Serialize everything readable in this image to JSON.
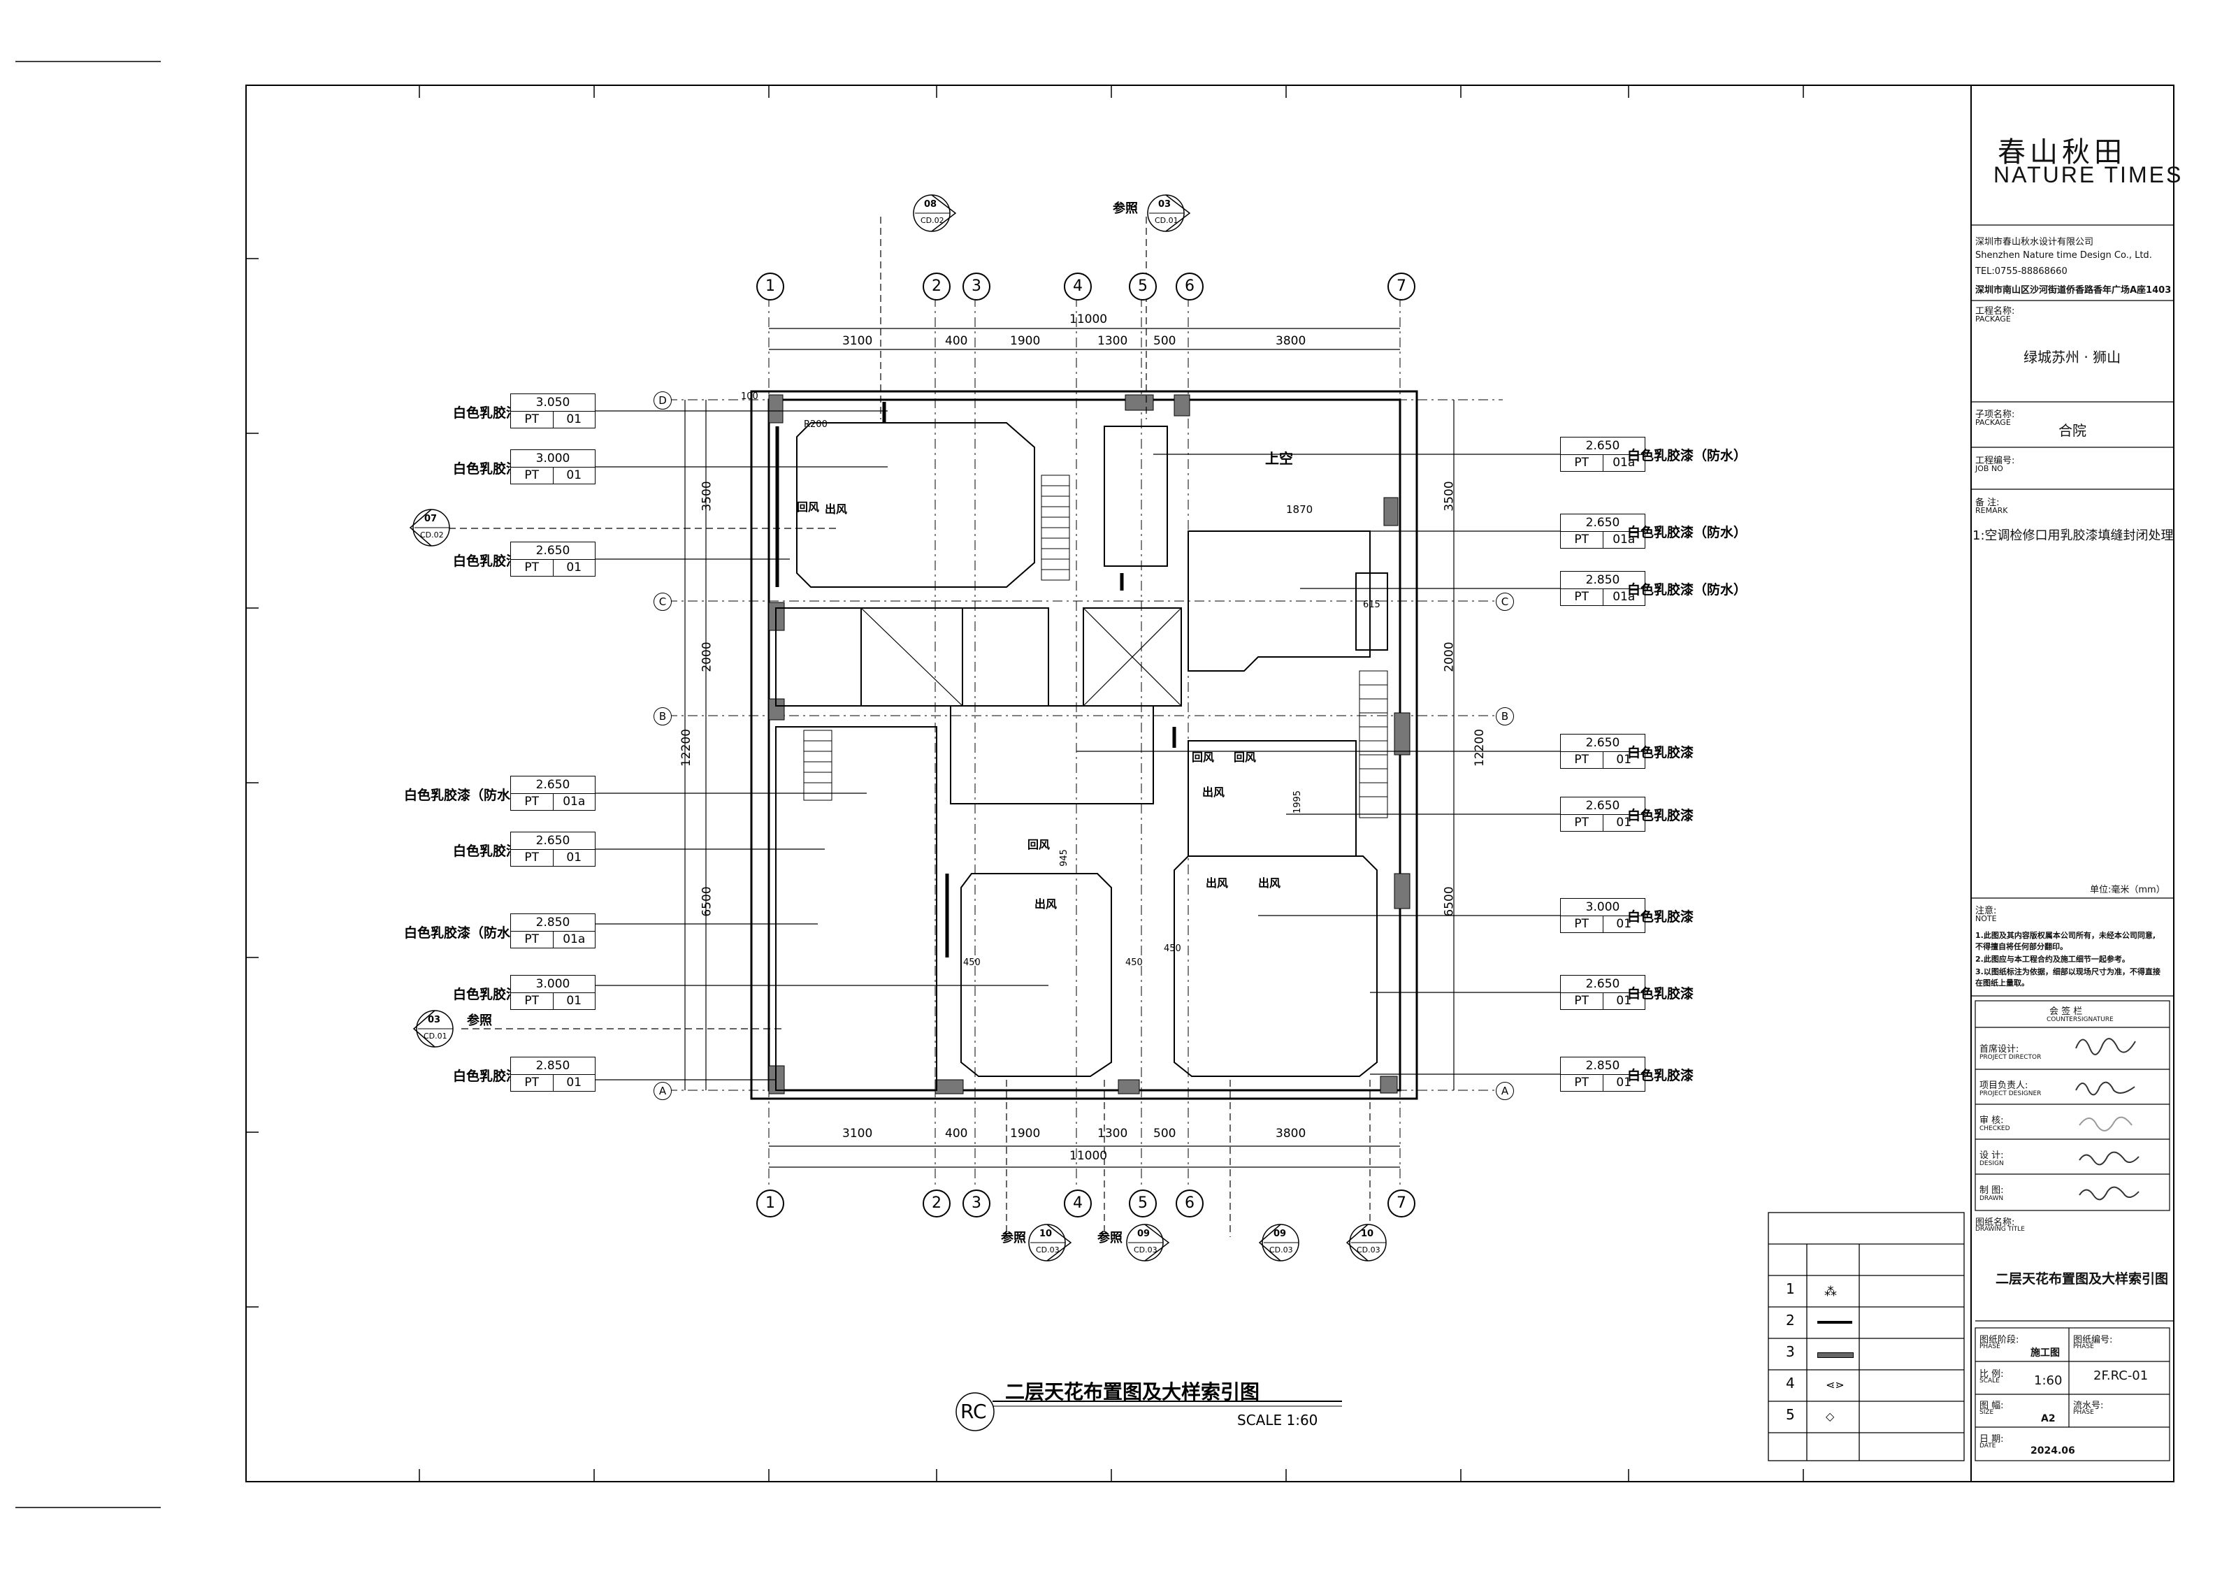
{
  "title_block": {
    "logo_cn": "春山秋田",
    "logo_en": "NATURE TIMES",
    "company_cn": "深圳市春山秋水设计有限公司",
    "company_en": "Shenzhen Nature time Design Co., Ltd.",
    "tel": "TEL:0755-88868660",
    "address": "深圳市南山区沙河街道侨香路香年广场A座1403",
    "package_label_cn": "工程名称:",
    "package_label_en": "PACKAGE",
    "package_value": "绿城苏州 · 狮山",
    "sub_package_label_cn": "子项名称:",
    "sub_package_label_en": "PACKAGE",
    "sub_package_value": "合院",
    "job_no_label_cn": "工程编号:",
    "job_no_label_en": "JOB NO",
    "remark_label_cn": "备    注:",
    "remark_label_en": "REMARK",
    "remark_value": "1:空调检修口用乳胶漆填缝封闭处理",
    "unit_note": "单位:毫米（mm）",
    "note_label_cn": "注意:",
    "note_label_en": "NOTE",
    "notes": [
      "1.此图及其内容版权属本公司所有，未经本公司同意,",
      "   不得擅自将任何部分翻印。",
      "2.此图应与本工程合约及施工细节一起参考。",
      "3.以图纸标注为依据，细部以现场尺寸为准，不得直接",
      "   在图纸上量取。"
    ],
    "countersign_label_cn": "会  签  栏",
    "countersign_label_en": "COUNTERSIGNATURE",
    "roles": [
      {
        "cn": "首席设计:",
        "en": "PROJECT DIRECTOR"
      },
      {
        "cn": "项目负责人:",
        "en": "PROJECT DESIGNER"
      },
      {
        "cn": "审       核:",
        "en": "CHECKED"
      },
      {
        "cn": "设       计:",
        "en": "DESIGN"
      },
      {
        "cn": "制       图:",
        "en": "DRAWN"
      }
    ],
    "drawing_title_label_cn": "图纸名称:",
    "drawing_title_label_en": "DRAWING TITLE",
    "drawing_title": "二层天花布置图及大样索引图",
    "phase_label_cn": "图纸阶段:",
    "phase_label_en": "PHASE",
    "phase_value": "施工图",
    "drawing_no_label_cn": "图纸编号:",
    "drawing_no_label_en": "PHASE",
    "drawing_no_value": "2F.RC-01",
    "scale_label_cn": "比    例:",
    "scale_label_en": "SCALE",
    "scale_value": "1:60",
    "serial_label_cn": "流水号:",
    "serial_label_en": "PHASE",
    "size_label_cn": "图    幅:",
    "size_label_en": "SIZE",
    "size_value": "A2",
    "date_label_cn": "日    期:",
    "date_label_en": "DATE",
    "date_value": "2024.06"
  },
  "drawing": {
    "caption_code": "RC",
    "caption": "二层天花布置图及大样索引图",
    "scale_text": "SCALE 1:60",
    "grid_columns": [
      "1",
      "2",
      "3",
      "4",
      "5",
      "6",
      "7"
    ],
    "grid_rows": [
      "D",
      "C",
      "B",
      "A"
    ],
    "top_dims": [
      "3100",
      "400",
      "1900",
      "1300",
      "500",
      "3800"
    ],
    "total_dim": "11000",
    "side_dims": [
      "3500",
      "2000",
      "6500"
    ],
    "overall_side_dim": "12200",
    "edge_dim": "100",
    "room_labels": [
      "上空",
      "出风",
      "回风",
      "出风",
      "回风",
      "回风",
      "回风",
      "出风",
      "出风",
      "出风"
    ],
    "misc_dims": [
      "1870",
      "615",
      "945",
      "1995",
      "450",
      "450",
      "450",
      "R200"
    ],
    "ref_word": "参照"
  },
  "section_refs": [
    {
      "num": "08",
      "sheet": "CD.02",
      "ref": ""
    },
    {
      "num": "03",
      "sheet": "CD.01",
      "ref": "参照"
    },
    {
      "num": "07",
      "sheet": "CD.02",
      "ref": ""
    },
    {
      "num": "03",
      "sheet": "CD.01",
      "ref": "参照"
    },
    {
      "num": "10",
      "sheet": "CD.03",
      "ref": "参照"
    },
    {
      "num": "09",
      "sheet": "CD.03",
      "ref": "参照"
    },
    {
      "num": "09",
      "sheet": "CD.03",
      "ref": ""
    },
    {
      "num": "10",
      "sheet": "CD.03",
      "ref": ""
    }
  ],
  "left_tags": [
    {
      "label": "白色乳胶漆",
      "height": "3.050",
      "code": "PT",
      "num": "01"
    },
    {
      "label": "白色乳胶漆",
      "height": "3.000",
      "code": "PT",
      "num": "01"
    },
    {
      "label": "白色乳胶漆",
      "height": "2.650",
      "code": "PT",
      "num": "01"
    },
    {
      "label": "白色乳胶漆（防水）",
      "height": "2.650",
      "code": "PT",
      "num": "01a"
    },
    {
      "label": "白色乳胶漆",
      "height": "2.650",
      "code": "PT",
      "num": "01"
    },
    {
      "label": "白色乳胶漆（防水）",
      "height": "2.850",
      "code": "PT",
      "num": "01a"
    },
    {
      "label": "白色乳胶漆",
      "height": "3.000",
      "code": "PT",
      "num": "01"
    },
    {
      "label": "白色乳胶漆",
      "height": "2.850",
      "code": "PT",
      "num": "01"
    }
  ],
  "right_tags": [
    {
      "label": "白色乳胶漆（防水）",
      "height": "2.650",
      "code": "PT",
      "num": "01a"
    },
    {
      "label": "白色乳胶漆（防水）",
      "height": "2.650",
      "code": "PT",
      "num": "01a"
    },
    {
      "label": "白色乳胶漆（防水）",
      "height": "2.850",
      "code": "PT",
      "num": "01a"
    },
    {
      "label": "白色乳胶漆",
      "height": "2.650",
      "code": "PT",
      "num": "01"
    },
    {
      "label": "白色乳胶漆",
      "height": "2.650",
      "code": "PT",
      "num": "01"
    },
    {
      "label": "白色乳胶漆",
      "height": "3.000",
      "code": "PT",
      "num": "01"
    },
    {
      "label": "白色乳胶漆",
      "height": "2.650",
      "code": "PT",
      "num": "01"
    },
    {
      "label": "白色乳胶漆",
      "height": "2.850",
      "code": "PT",
      "num": "01"
    }
  ],
  "legend": {
    "rows": [
      "1",
      "2",
      "3",
      "4",
      "5"
    ],
    "icons": [
      "spot-light-icon",
      "linear-light-icon",
      "linear-slot-icon",
      "air-supply-icon",
      "air-return-icon"
    ]
  }
}
